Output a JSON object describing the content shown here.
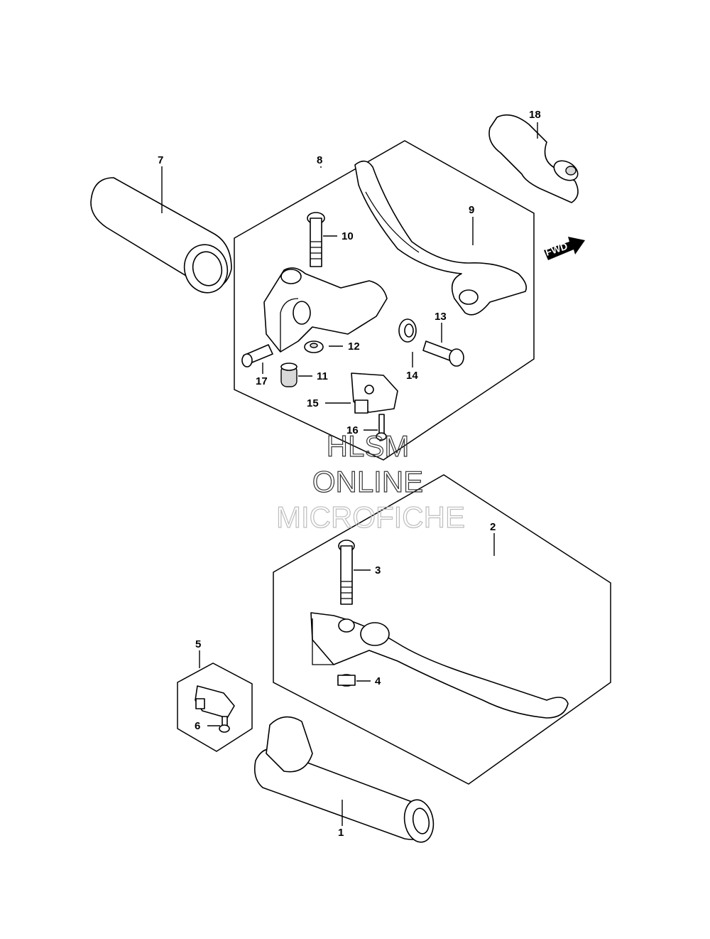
{
  "callouts": [
    {
      "id": "1",
      "label": "1"
    },
    {
      "id": "2",
      "label": "2"
    },
    {
      "id": "3",
      "label": "3"
    },
    {
      "id": "4",
      "label": "4"
    },
    {
      "id": "5",
      "label": "5"
    },
    {
      "id": "6",
      "label": "6"
    },
    {
      "id": "7",
      "label": "7"
    },
    {
      "id": "8",
      "label": "8"
    },
    {
      "id": "9",
      "label": "9"
    },
    {
      "id": "10",
      "label": "10"
    },
    {
      "id": "11",
      "label": "11"
    },
    {
      "id": "12",
      "label": "12"
    },
    {
      "id": "13",
      "label": "13"
    },
    {
      "id": "14",
      "label": "14"
    },
    {
      "id": "15",
      "label": "15"
    },
    {
      "id": "16",
      "label": "16"
    },
    {
      "id": "17",
      "label": "17"
    },
    {
      "id": "18",
      "label": "18"
    }
  ],
  "watermark": {
    "line1": "HLSM",
    "line2": "ONLINE",
    "line3": "MICROFICHE"
  },
  "direction_marker": {
    "label": "FWD"
  }
}
